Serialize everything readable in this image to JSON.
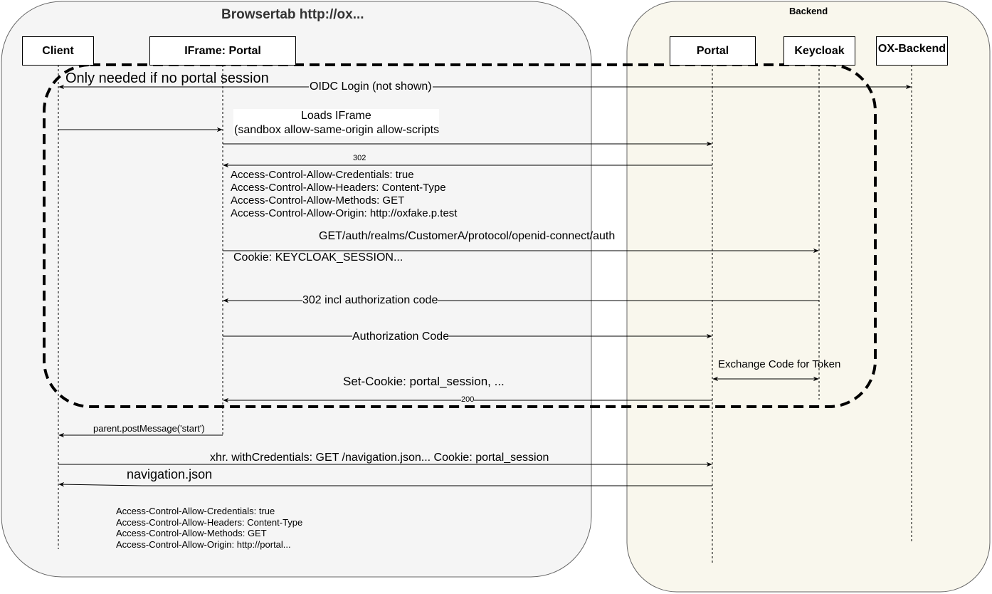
{
  "containers": {
    "browser_title": "Browsertab http://ox...",
    "backend_title": "Backend"
  },
  "participants": {
    "client": "Client",
    "iframe_portal": "IFrame: Portal",
    "portal": "Portal",
    "keycloak": "Keycloak",
    "ox_backend": "OX-Backend"
  },
  "optional_group": {
    "label": "Only needed if no portal session"
  },
  "messages": {
    "oidc_login": "OIDC Login (not shown)",
    "loads_iframe_1": "Loads IFrame",
    "loads_iframe_2": "(sandbox allow-same-origin allow-scripts",
    "redirect_302": "302",
    "cors1": [
      "Access-Control-Allow-Credentials: true",
      "Access-Control-Allow-Headers: Content-Type",
      "Access-Control-Allow-Methods: GET",
      "Access-Control-Allow-Origin: http://oxfake.p.test"
    ],
    "get_auth": "GET/auth/realms/CustomerA/protocol/openid-connect/auth",
    "cookie_keycloak": "Cookie: KEYCLOAK_SESSION...",
    "authz_302": "302 incl authorization code",
    "authz_code": "Authorization Code",
    "exchange_token": "Exchange Code for Token",
    "set_cookie": "Set-Cookie: portal_session, ...",
    "status_200": "200",
    "post_message": "parent.postMessage('start')",
    "xhr_nav": "xhr. withCredentials: GET /navigation.json... Cookie: portal_session",
    "nav_json": "navigation.json",
    "cors2": [
      "Access-Control-Allow-Credentials: true",
      "Access-Control-Allow-Headers: Content-Type",
      "Access-Control-Allow-Methods: GET",
      "Access-Control-Allow-Origin: http://portal..."
    ]
  },
  "colors": {
    "browser_fill": "#f5f5f5",
    "backend_fill": "#f9f7ed",
    "stroke": "#000000"
  }
}
